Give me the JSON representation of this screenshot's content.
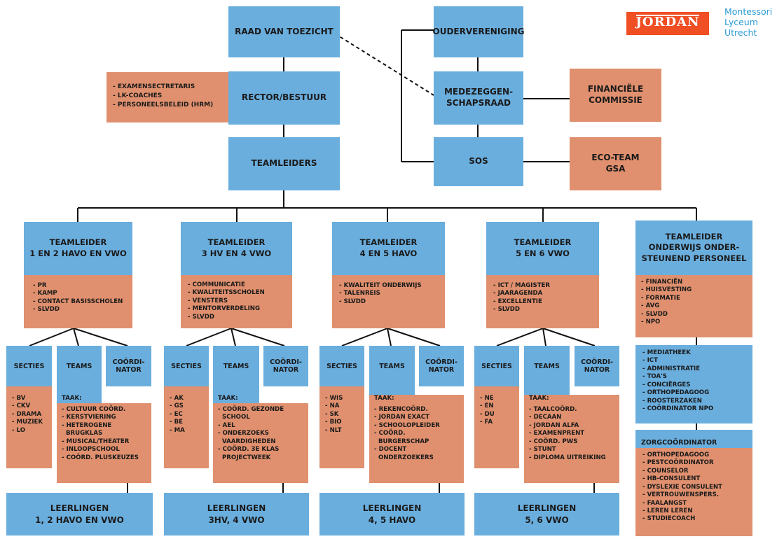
{
  "logo": {
    "wordmark": "JORDAN",
    "lines": [
      "Montessori",
      "Lyceum",
      "Utrecht"
    ],
    "brand_color": "#f04e23",
    "text_color": "#2a9ad4"
  },
  "colors": {
    "blue": "#6aaede",
    "orange": "#e0906e"
  },
  "top": {
    "raad": "RAAD VAN TOEZICHT",
    "ouder": "OUDERVERENIGING",
    "rector": "RECTOR/BESTUUR",
    "mr": [
      "MEDEZEGGEN-",
      "SCHAPSRAAD"
    ],
    "teamleiders": "TEAMLEIDERS",
    "sos": "SOS",
    "staff": [
      "EXAMENSECTRETARIS",
      "LK-COACHES",
      "PERSONEELSBELEID (HRM)"
    ],
    "fin": [
      "FINANCIËLE",
      "COMMISSIE"
    ],
    "eco": [
      "ECO-TEAM",
      "GSA"
    ]
  },
  "columns": [
    {
      "title": [
        "TEAMLEIDER",
        "1 EN 2 HAVO EN VWO"
      ],
      "tasks": [
        "PR",
        "KAMP",
        "CONTACT BASISSCHOLEN",
        "SLVDD"
      ],
      "secties_label": "SECTIES",
      "teams_label": "TEAMS",
      "coord_label": [
        "COÖRDI-",
        "NATOR"
      ],
      "secties": [
        "BV",
        "CKV",
        "DRAMA",
        "MUZIEK",
        "LO"
      ],
      "taak_label": "TAAK:",
      "taak": [
        "CULTUUR COÖRD.",
        "KERSTVIERING",
        "HETEROGENE",
        "BRUGKLAS",
        "MUSICAL/THEATER",
        "INLOOPSCHOOL",
        "COÖRD. PLUSKEUZES"
      ],
      "leerlingen": [
        "LEERLINGEN",
        "1, 2 HAVO EN VWO"
      ]
    },
    {
      "title": [
        "TEAMLEIDER",
        "3 HV EN 4 VWO"
      ],
      "tasks": [
        "COMMUNICATIE",
        "KWALITEITSSCHOLEN",
        "VENSTERS",
        "MENTORVERDELING",
        "SLVDD"
      ],
      "secties_label": "SECTIES",
      "teams_label": "TEAMS",
      "coord_label": [
        "COÖRDI-",
        "NATOR"
      ],
      "secties": [
        "AK",
        "GS",
        "EC",
        "BE",
        "MA"
      ],
      "taak_label": "TAAK:",
      "taak": [
        "COÖRD. GEZONDE",
        "SCHOOL",
        "AEL",
        "ONDERZOEKS",
        "VAARDIGHEDEN",
        "COÖRD. 3E KLAS",
        "PROJECTWEEK"
      ],
      "leerlingen": [
        "LEERLINGEN",
        "3HV, 4 VWO"
      ]
    },
    {
      "title": [
        "TEAMLEIDER",
        "4 EN 5 HAVO"
      ],
      "tasks": [
        "KWALITEIT ONDERWIJS",
        "TALENREIS",
        "SLVDD"
      ],
      "secties_label": "SECTIES",
      "teams_label": "TEAMS",
      "coord_label": [
        "COÖRDI-",
        "NATOR"
      ],
      "secties": [
        "WIS",
        "NA",
        "SK",
        "BIO",
        "NLT"
      ],
      "taak_label": "TAAK:",
      "taak": [
        "REKENCOÖRD.",
        "JORDAN EXACT",
        "SCHOOLOPLEIDER",
        "COÖRD.",
        "BURGERSCHAP",
        "DOCENT",
        "ONDERZOEKERS"
      ],
      "leerlingen": [
        "LEERLINGEN",
        "4, 5 HAVO"
      ]
    },
    {
      "title": [
        "TEAMLEIDER",
        "5 EN 6 VWO"
      ],
      "tasks": [
        "ICT / MAGISTER",
        "JAARAGENDA",
        "EXCELLENTIE",
        "SLVDD"
      ],
      "secties_label": "SECTIES",
      "teams_label": "TEAMS",
      "coord_label": [
        "COÖRDI-",
        "NATOR"
      ],
      "secties": [
        "NE",
        "EN",
        "DU",
        "FA"
      ],
      "taak_label": "TAAK:",
      "taak": [
        "TAALCOÖRD.",
        "DECAAN",
        "JORDAN ALFA",
        "EXAMENPRENT",
        "COÖRD. PWS",
        "STUNT",
        "DIPLOMA UITREIKING"
      ],
      "leerlingen": [
        "LEERLINGEN",
        "5, 6 VWO"
      ]
    }
  ],
  "ondersteunend": {
    "title": [
      "TEAMLEIDER",
      "ONDERWIJS ONDER-",
      "STEUNEND PERSONEEL"
    ],
    "tasks": [
      "FINANCIËN",
      "HUISVESTING",
      "FORMATIE",
      "AVG",
      "SLVDD",
      "NPO"
    ],
    "staff": [
      "MEDIATHEEK",
      "ICT",
      "ADMINISTRATIE",
      "TOA'S",
      "CONCIËRGES",
      "ORTHOPEDAGOOG",
      "ROOSTERZAKEN",
      "COÖRDINATOR NPO"
    ],
    "zorg_title": "ZORGCOÖRDINATOR",
    "zorg": [
      "ORTHOPEDAGOOG",
      "PESTCOÖRDINATOR",
      "COUNSELOR",
      "HB-CONSULENT",
      "DYSLEXIE CONSULENT",
      "VERTROUWENSPERS.",
      "FAALANGST",
      "LEREN LEREN",
      "STUDIECOACH"
    ]
  }
}
